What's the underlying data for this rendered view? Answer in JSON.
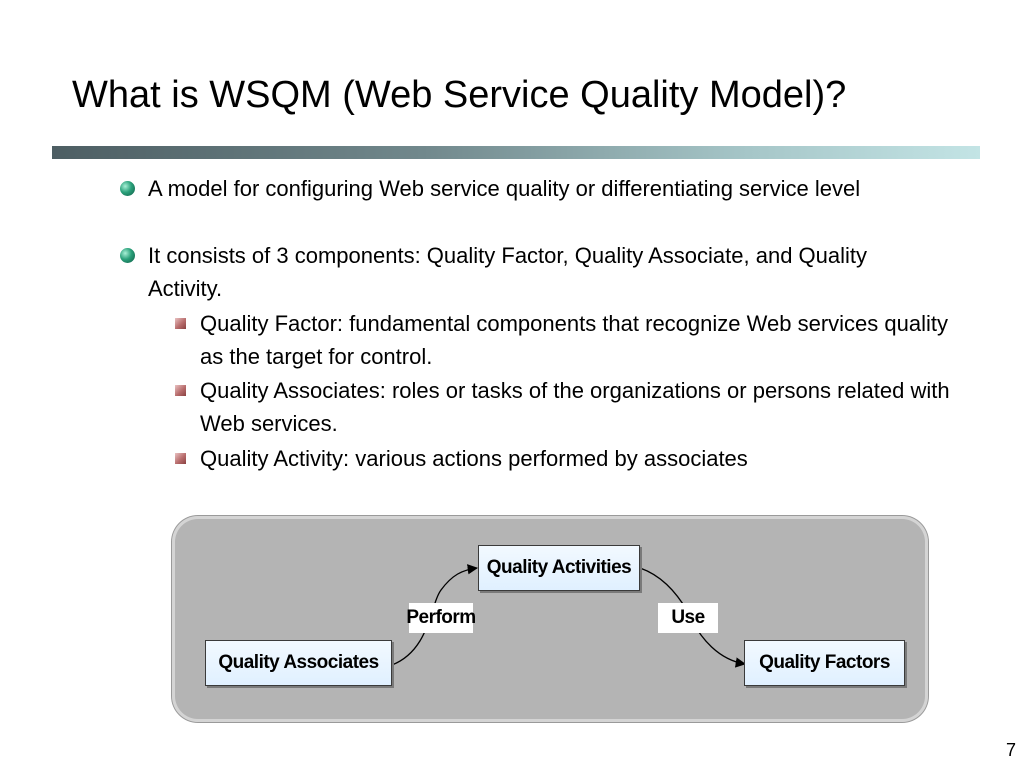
{
  "slide": {
    "title": "What is WSQM (Web Service Quality Model)?",
    "page_number": "7"
  },
  "bullets": {
    "level1": [
      "A model for configuring Web service quality or differentiating service level",
      "It consists of 3 components: Quality Factor, Quality Associate, and Quality Activity."
    ],
    "level2": [
      "Quality Factor: fundamental components that recognize Web services quality as the target for control.",
      "Quality Associates: roles or tasks of the organizations or persons related with Web services.",
      "Quality Activity: various actions performed by associates"
    ]
  },
  "diagram": {
    "nodes": {
      "activities": "Quality Activities",
      "associates": "Quality Associates",
      "factors": "Quality Factors"
    },
    "edges": {
      "perform": "Perform",
      "use": "Use"
    }
  },
  "colors": {
    "title_rule_start": "#4d5e63",
    "title_rule_end": "#c3e4e5",
    "diagram_bg": "#b4b4b4",
    "node_fill": "#e0f0ff",
    "bullet_level1": "#2aa07a",
    "bullet_level2": "#b86c6c"
  },
  "icons": {
    "level1_bullet": "teal-gem-bullet-icon",
    "level2_bullet": "rose-square-bullet-icon"
  }
}
